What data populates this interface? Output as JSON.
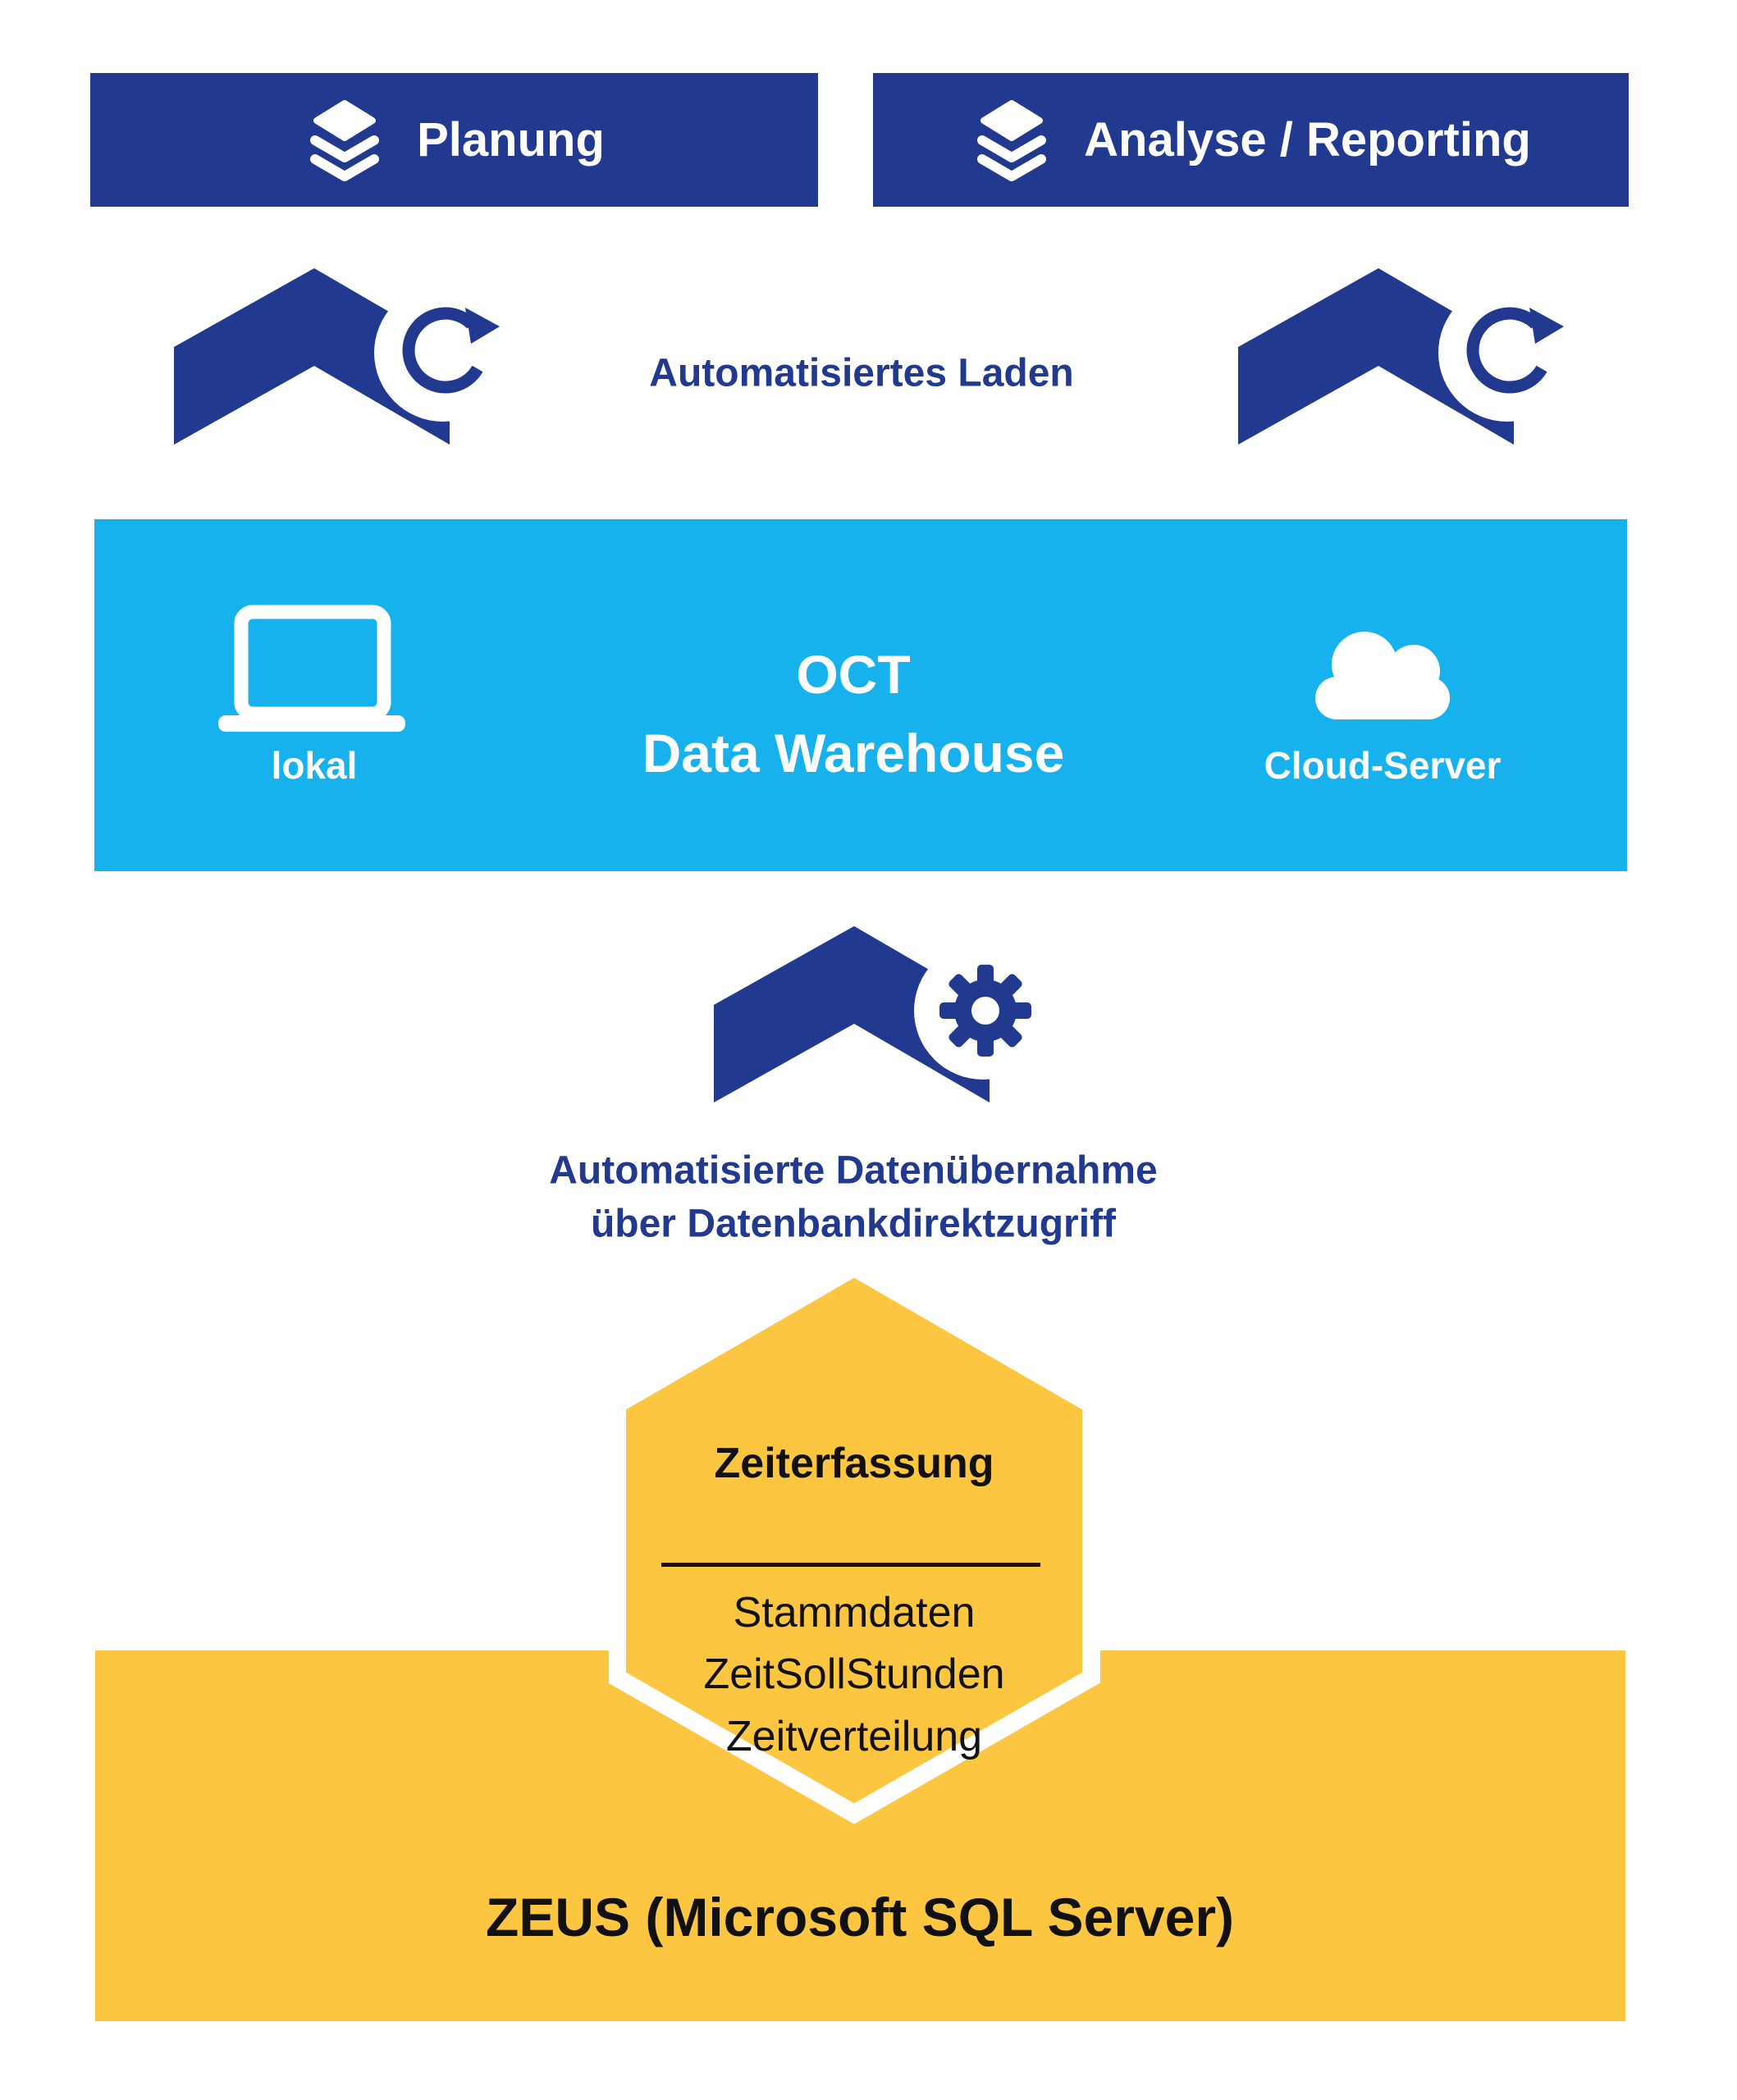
{
  "colors": {
    "dark_blue": "#21398E",
    "cyan": "#17B2EE",
    "yellow": "#FDC640",
    "white": "#FFFFFF",
    "text_dark": "#111111"
  },
  "top_row": {
    "planung_label": "Planung",
    "analyse_label": "Analyse / Reporting"
  },
  "load_row": {
    "label": "Automatisiertes Laden"
  },
  "warehouse": {
    "title_line1": "OCT",
    "title_line2": "Data Warehouse",
    "local_label": "lokal",
    "cloud_label": "Cloud-Server"
  },
  "transfer": {
    "line1": "Automatisierte Datenübernahme",
    "line2": "über Datenbankdirektzugriff"
  },
  "hexagon": {
    "title": "Zeiterfassung",
    "items": [
      "Stammdaten",
      "ZeitSollStunden",
      "Zeitverteilung"
    ]
  },
  "zeus": {
    "label": "ZEUS (Microsoft SQL Server)"
  }
}
